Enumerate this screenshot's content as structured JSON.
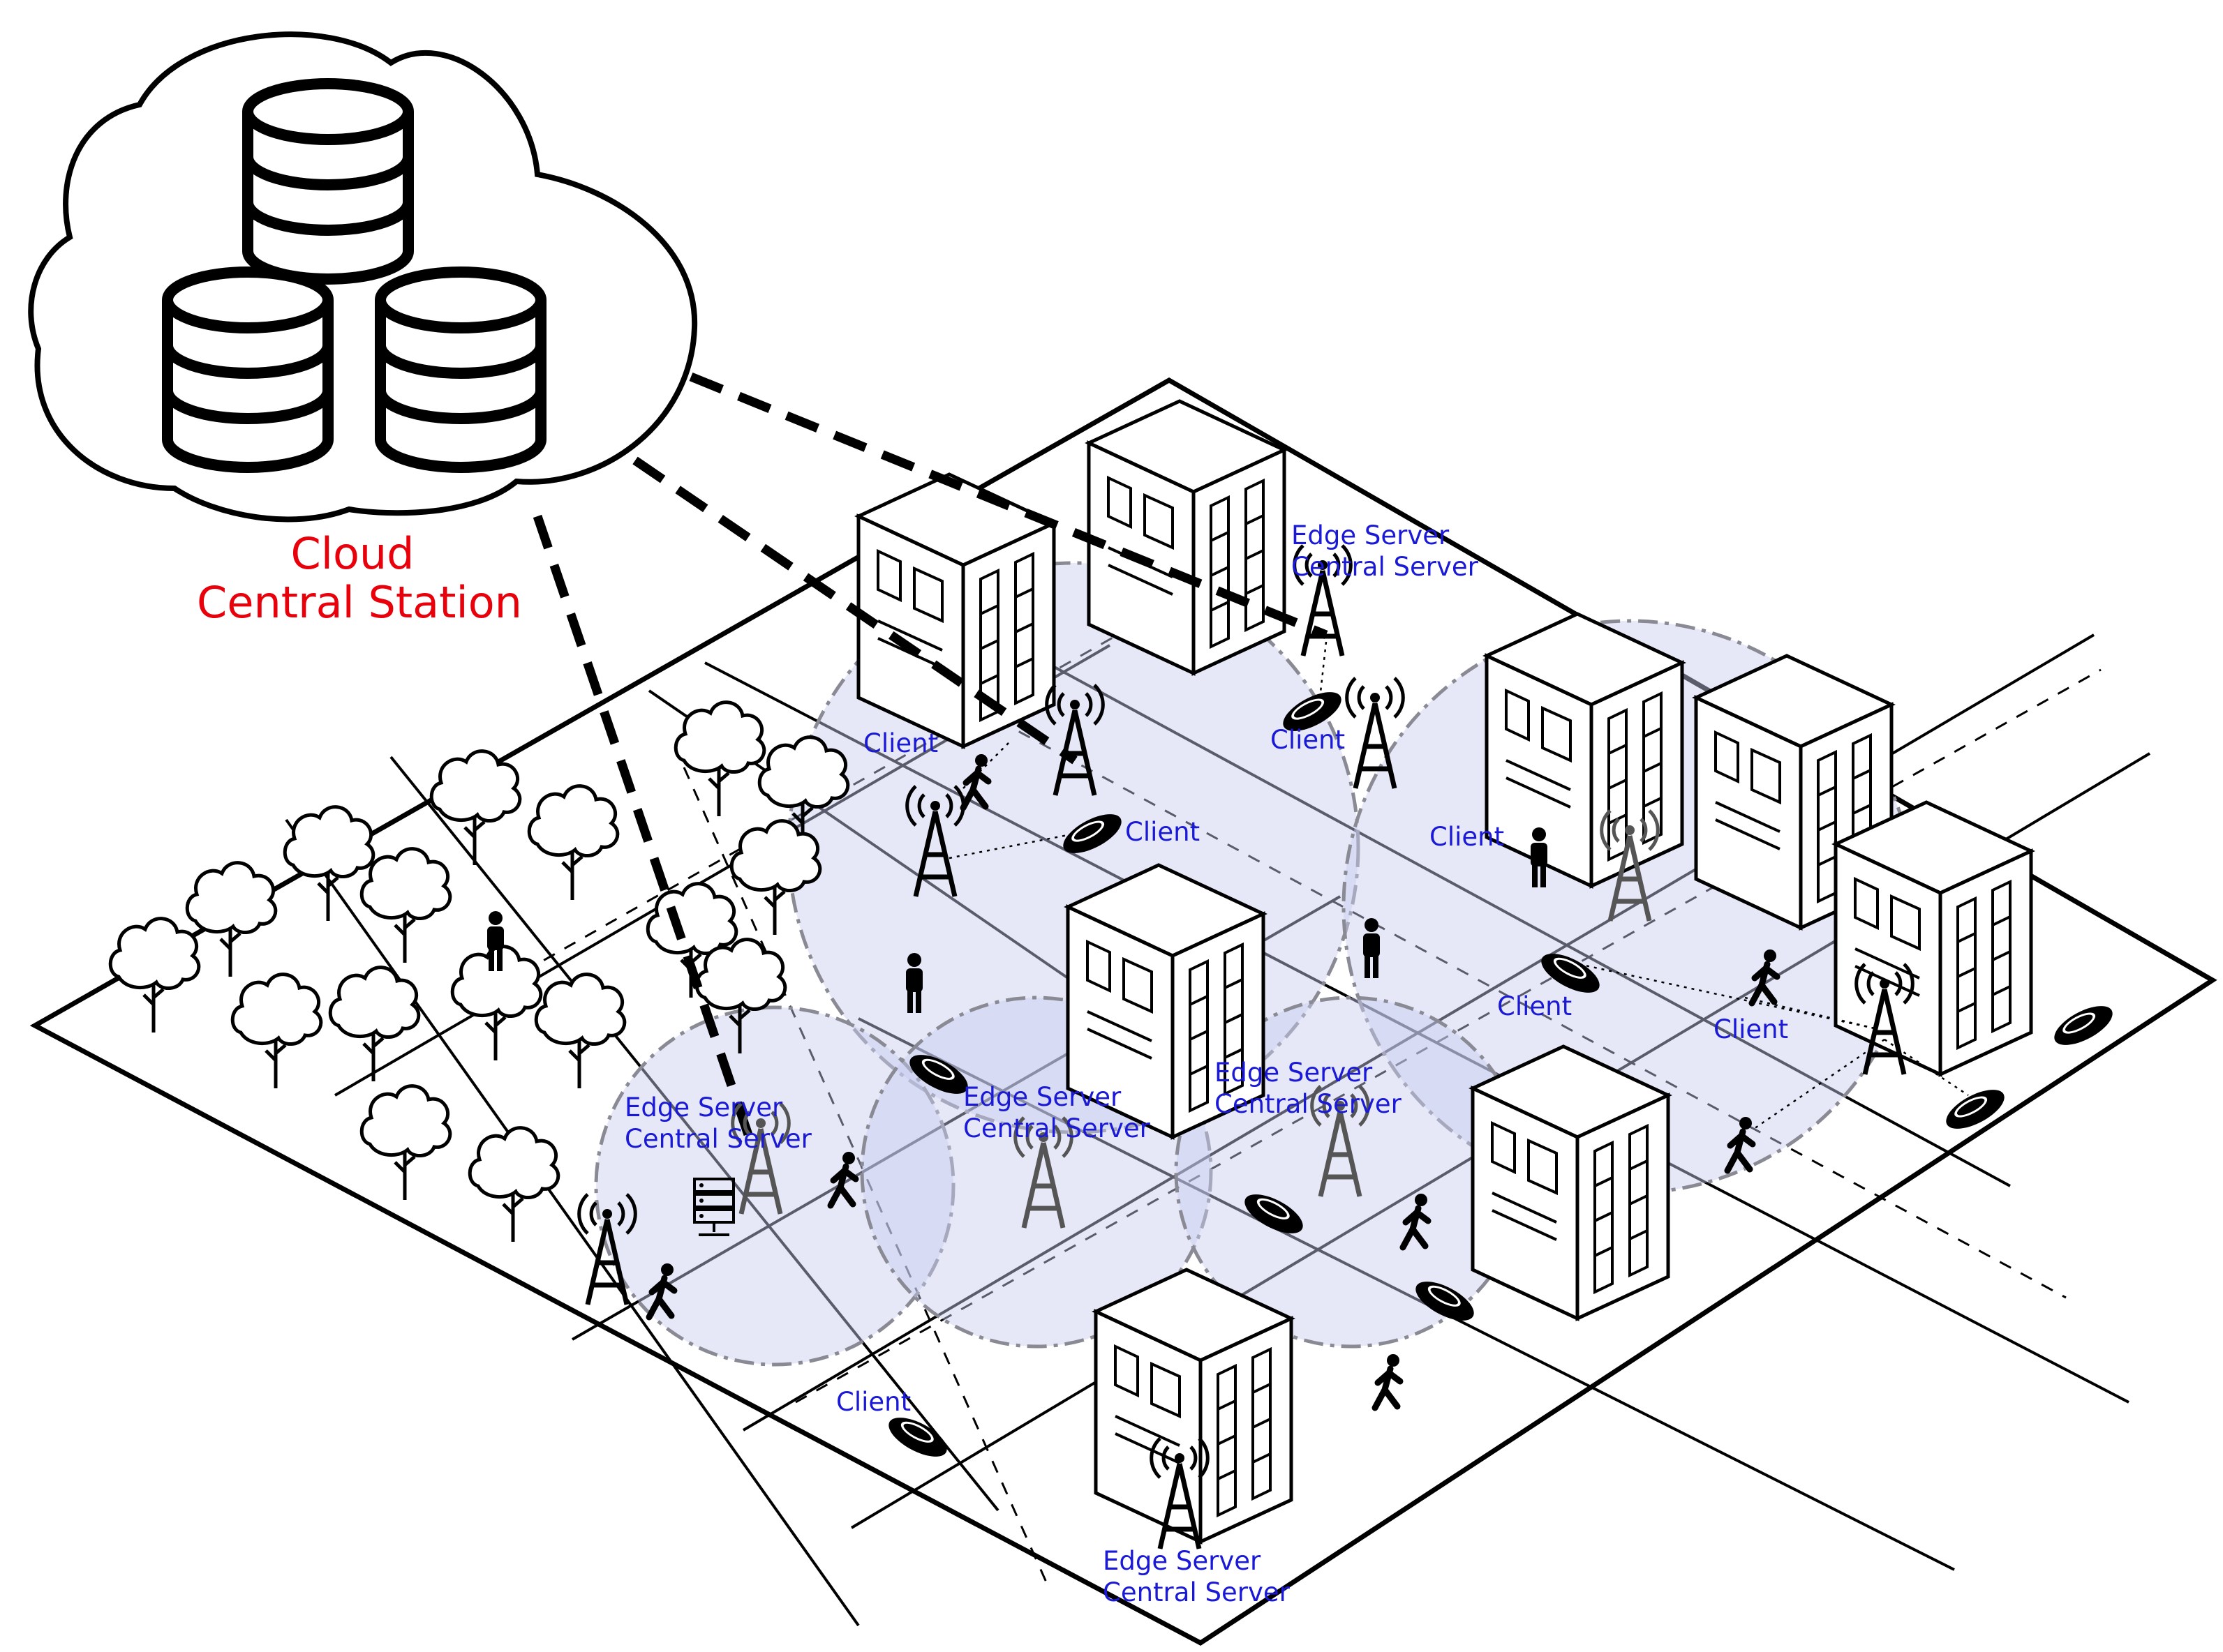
{
  "cloud": {
    "title_line1": "Cloud",
    "title_line2": "Central Station",
    "icon": "database-stack-icon"
  },
  "edge_labels": [
    {
      "line1": "Edge Server",
      "line2": "Central Server"
    },
    {
      "line1": "Edge Server",
      "line2": "Central Server"
    },
    {
      "line1": "Edge Server",
      "line2": "Central Server"
    },
    {
      "line1": "Edge Server",
      "line2": "Central Server"
    },
    {
      "line1": "Edge Server",
      "line2": "Central Server"
    }
  ],
  "client_labels": [
    "Client",
    "Client",
    "Client",
    "Client",
    "Client",
    "Client",
    "Client"
  ],
  "colors": {
    "cloud_label": "#e8000b",
    "node_label": "#1a1ad6",
    "coverage_fill": "#c7cbef",
    "coverage_stroke": "#8a8a94"
  },
  "icons": [
    "tower-icon",
    "person-walking-icon",
    "person-standing-icon",
    "car-icon",
    "tree-icon",
    "server-rack-icon",
    "building-icon"
  ]
}
